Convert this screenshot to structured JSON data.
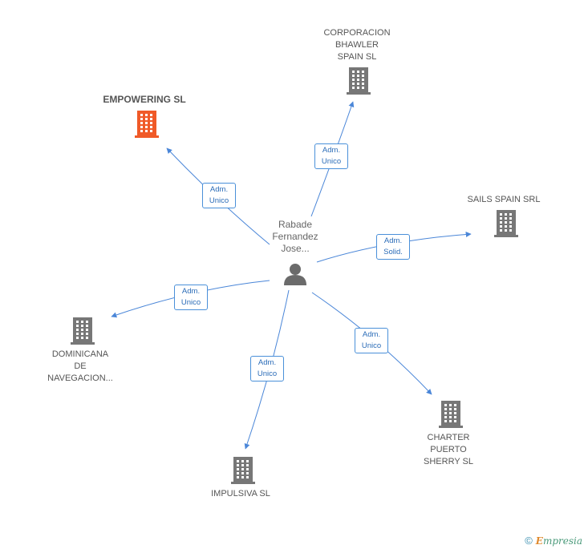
{
  "center": {
    "name_lines": [
      "Rabade",
      "Fernandez",
      "Jose..."
    ],
    "icon": "person-icon"
  },
  "companies": [
    {
      "id": "empowering",
      "name_lines": [
        "EMPOWERING SL"
      ],
      "highlight": true,
      "color": "#f05a28",
      "icon": "building-icon"
    },
    {
      "id": "corporacion",
      "name_lines": [
        "CORPORACION",
        "BHAWLER",
        "SPAIN SL"
      ],
      "highlight": false,
      "color": "#777777",
      "icon": "building-icon"
    },
    {
      "id": "sails",
      "name_lines": [
        "SAILS SPAIN SRL"
      ],
      "highlight": false,
      "color": "#777777",
      "icon": "building-icon"
    },
    {
      "id": "dominicana",
      "name_lines": [
        "DOMINICANA",
        "DE",
        "NAVEGACION..."
      ],
      "highlight": false,
      "color": "#777777",
      "icon": "building-icon"
    },
    {
      "id": "impulsiva",
      "name_lines": [
        "IMPULSIVA SL"
      ],
      "highlight": false,
      "color": "#777777",
      "icon": "building-icon"
    },
    {
      "id": "charter",
      "name_lines": [
        "CHARTER",
        "PUERTO",
        "SHERRY SL"
      ],
      "highlight": false,
      "color": "#777777",
      "icon": "building-icon"
    }
  ],
  "relations": [
    {
      "target": "empowering",
      "label_lines": [
        "Adm.",
        "Unico"
      ]
    },
    {
      "target": "corporacion",
      "label_lines": [
        "Adm.",
        "Unico"
      ]
    },
    {
      "target": "sails",
      "label_lines": [
        "Adm.",
        "Solid."
      ]
    },
    {
      "target": "dominicana",
      "label_lines": [
        "Adm.",
        "Unico"
      ]
    },
    {
      "target": "impulsiva",
      "label_lines": [
        "Adm.",
        "Unico"
      ]
    },
    {
      "target": "charter",
      "label_lines": [
        "Adm.",
        "Unico"
      ]
    }
  ],
  "edge_color": "#4a86d8",
  "footer": {
    "copyright": "©",
    "brand_initial": "E",
    "brand_rest": "mpresia"
  }
}
